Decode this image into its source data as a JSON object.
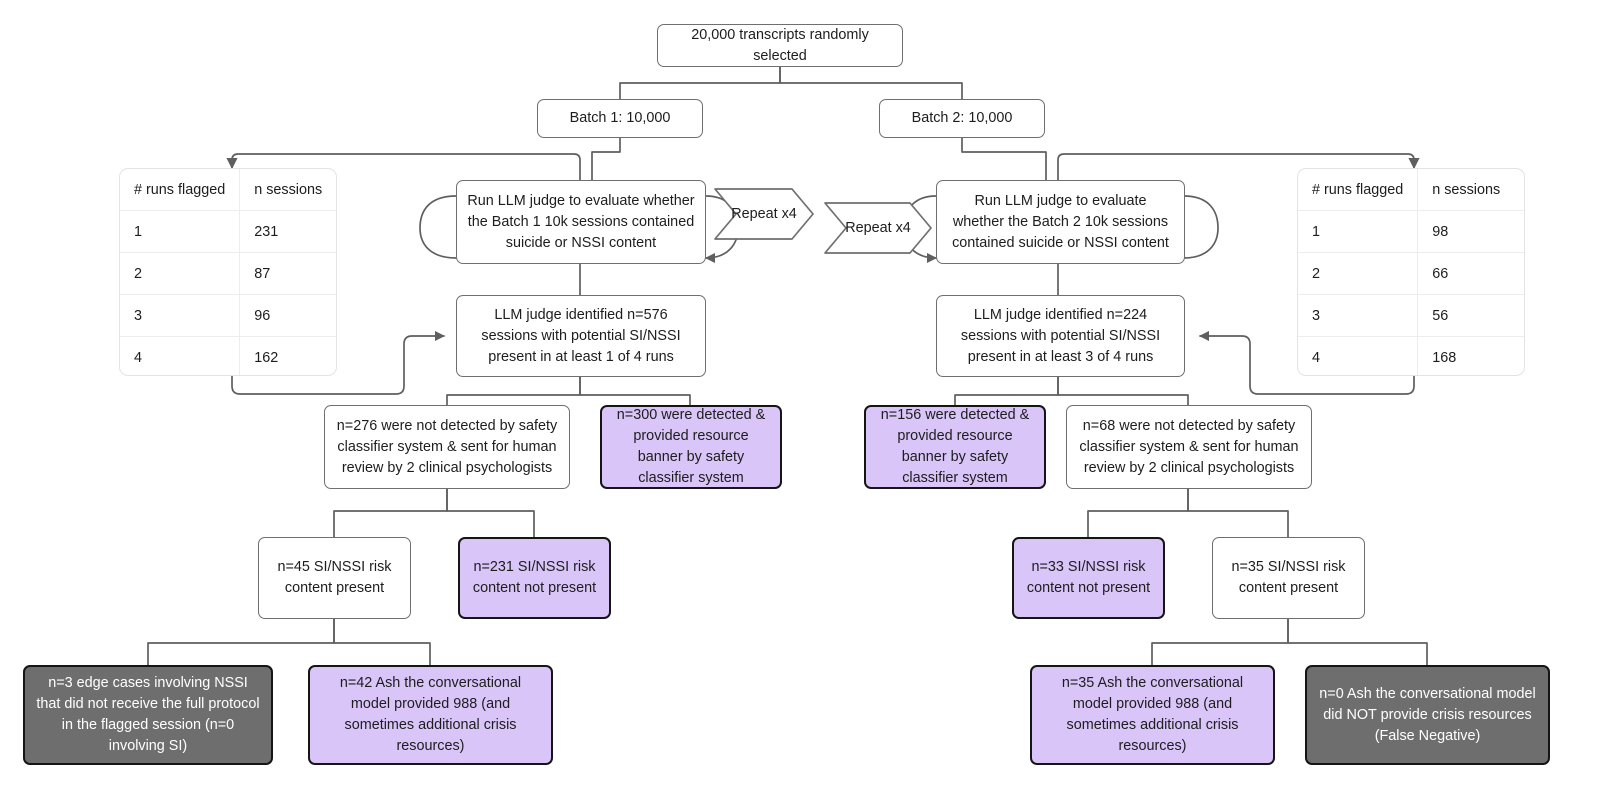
{
  "diagram": {
    "title": "SI/NSSI transcript review flow",
    "colors": {
      "purple_fill": "#d9c5f7",
      "gray_fill": "#6e6e6e",
      "node_border": "#6f6f6f",
      "emphasis_border": "#151515",
      "edge": "#5f5f5f",
      "background": "#ffffff"
    }
  },
  "nodes": {
    "root": "20,000 transcripts randomly selected",
    "batch1": "Batch 1: 10,000",
    "batch2": "Batch 2: 10,000",
    "judge1": "Run LLM judge to evaluate whether the Batch 1 10k sessions contained suicide or NSSI content",
    "judge2": "Run LLM judge to evaluate whether the Batch 2 10k sessions contained suicide or NSSI content",
    "repeat_left": "Repeat x4",
    "repeat_right": "Repeat x4",
    "identified1": "LLM judge identified n=576 sessions with potential SI/NSSI present in at least 1 of 4 runs",
    "identified2": "LLM judge identified n=224 sessions with potential SI/NSSI present in at least 3 of 4 runs",
    "left_not_detected": "n=276 were not detected by safety classifier system & sent for human review by 2 clinical psychologists",
    "left_detected": "n=300 were detected & provided resource banner by safety classifier system",
    "right_detected": "n=156 were detected & provided resource banner by safety classifier system",
    "right_not_detected": "n=68 were not detected by safety classifier system & sent for human review by 2 clinical psychologists",
    "left_present": "n=45 SI/NSSI risk content present",
    "left_not_present": "n=231 SI/NSSI risk content not present",
    "right_not_present": "n=33 SI/NSSI risk content not present",
    "right_present": "n=35 SI/NSSI risk content present",
    "left_edge_cases": "n=3 edge cases involving NSSI that did not receive the full protocol in the flagged session (n=0 involving SI)",
    "left_provided_988": "n=42 Ash the conversational model provided 988 (and sometimes additional crisis resources)",
    "right_provided_988": "n=35 Ash the conversational model provided 988 (and sometimes additional crisis resources)",
    "right_false_negative": "n=0 Ash the conversational model did NOT provide crisis resources (False Negative)"
  },
  "table_left": {
    "headers": [
      "# runs flagged",
      "n sessions"
    ],
    "rows": [
      [
        "1",
        "231"
      ],
      [
        "2",
        "87"
      ],
      [
        "3",
        "96"
      ],
      [
        "4",
        "162"
      ]
    ]
  },
  "table_right": {
    "headers": [
      "# runs flagged",
      "n sessions"
    ],
    "rows": [
      [
        "1",
        "98"
      ],
      [
        "2",
        "66"
      ],
      [
        "3",
        "56"
      ],
      [
        "4",
        "168"
      ]
    ]
  }
}
